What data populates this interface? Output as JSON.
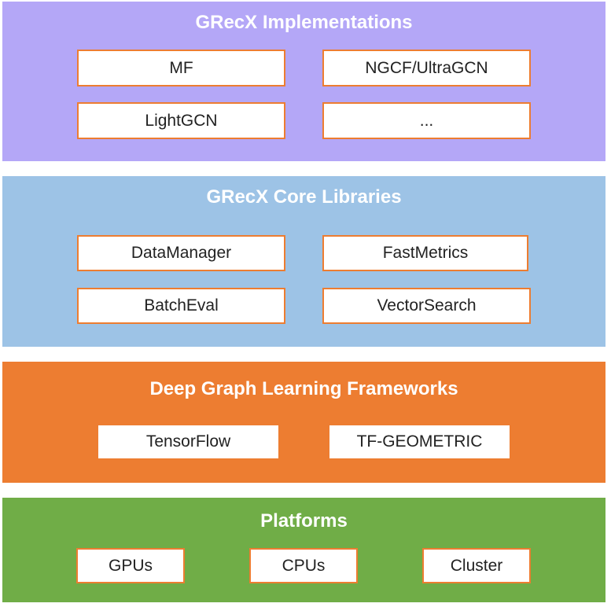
{
  "layers": {
    "implementations": {
      "title": "GRecX Implementations",
      "items": [
        "MF",
        "NGCF/UltraGCN",
        "LightGCN",
        "..."
      ]
    },
    "core_libraries": {
      "title": "GRecX Core Libraries",
      "items": [
        "DataManager",
        "FastMetrics",
        "BatchEval",
        "VectorSearch"
      ]
    },
    "frameworks": {
      "title": "Deep Graph Learning Frameworks",
      "items": [
        "TensorFlow",
        "TF-GEOMETRIC"
      ]
    },
    "platforms": {
      "title": "Platforms",
      "items": [
        "GPUs",
        "CPUs",
        "Cluster"
      ]
    }
  },
  "colors": {
    "implementations": "#b4a7f7",
    "core_libraries": "#9dc3e6",
    "frameworks": "#ed7d31",
    "platforms": "#70ad47",
    "box_border": "#ed7d31"
  }
}
